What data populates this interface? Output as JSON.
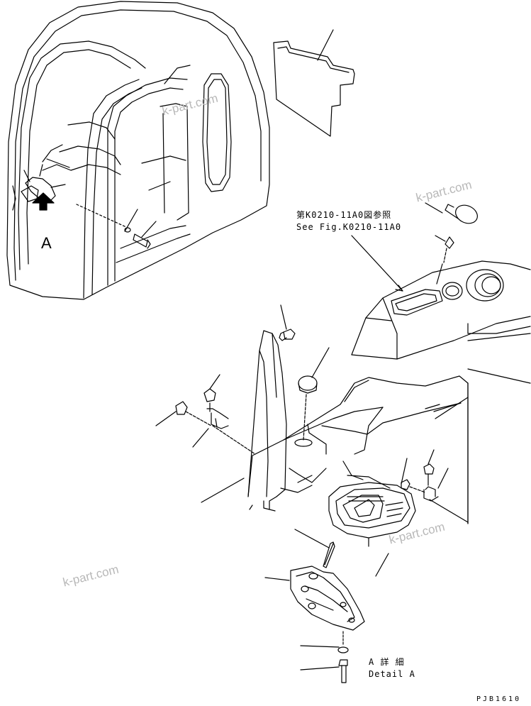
{
  "ref_note": {
    "line1": "第K0210-11A0図参照",
    "line2": "See Fig.K0210-11A0"
  },
  "view_label": "A",
  "detail_label": {
    "line1": "A 詳 細",
    "line2": "Detail A"
  },
  "drawing_number": "PJB1610",
  "watermark": "k-part.com"
}
